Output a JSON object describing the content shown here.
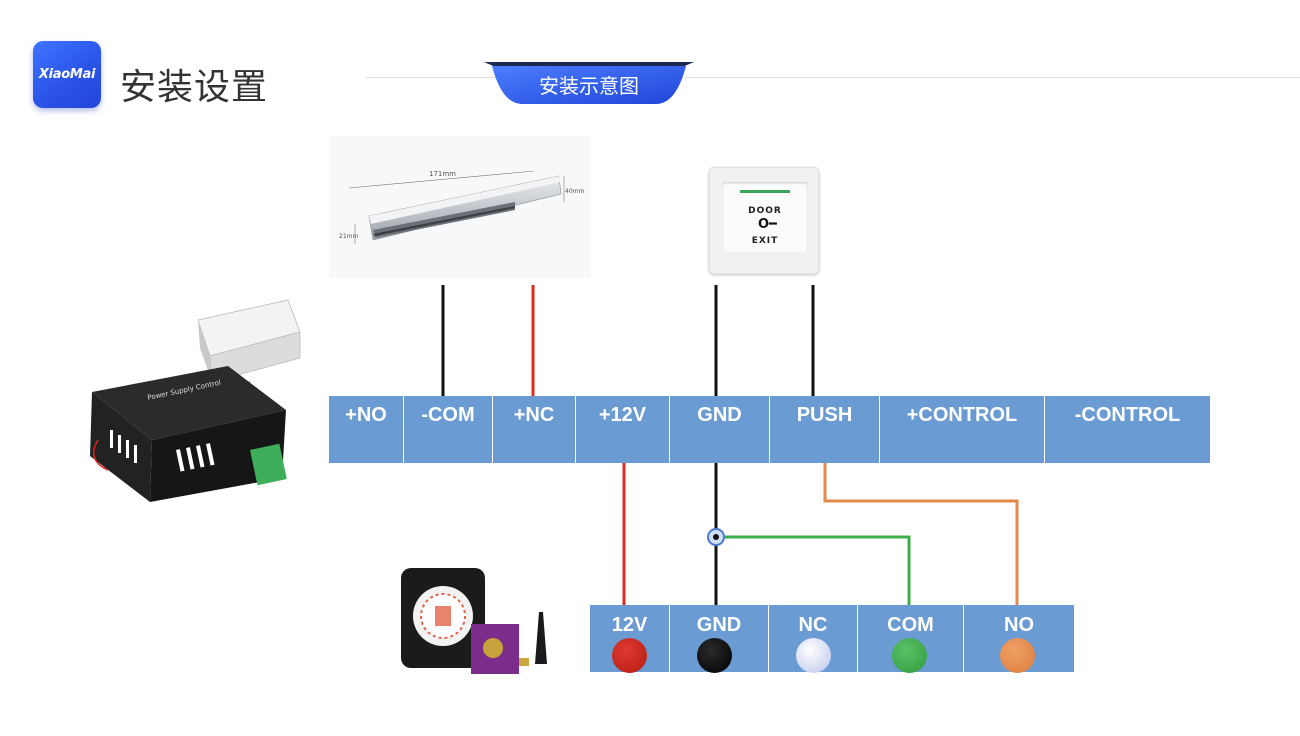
{
  "header": {
    "logo_text": "XiaoMai",
    "title": "安装设置",
    "section_badge": "安装示意图"
  },
  "devices": {
    "maglock": {
      "name": "magnetic-lock",
      "dim_length": "171mm",
      "dim_height": "40mm",
      "dim_depth": "21mm"
    },
    "exit_button": {
      "top_text": "DOOR",
      "key_glyph": "O━",
      "bottom_text": "EXIT"
    },
    "power_supply": {
      "brand": "Power Supply Control"
    },
    "controller": {
      "name": "xiaomai-controller"
    }
  },
  "top_terminal_labels": [
    "+NO",
    "-COM",
    "+NC",
    "+12V",
    "GND",
    "PUSH",
    "+CONTROL",
    "-CONTROL"
  ],
  "bottom_terminal_labels": [
    "12V",
    "GND",
    "NC",
    "COM",
    "NO"
  ],
  "colors": {
    "strip": "#6a9bd3",
    "wire_black": "#111111",
    "wire_red": "#e02a1f",
    "wire_green": "#3cae4a",
    "wire_orange": "#e5894a",
    "brand_blue": "#2a52e6",
    "dot_12v": "#c8231a",
    "dot_gnd": "#0c0c0c",
    "dot_nc": "#eef1fb",
    "dot_com": "#3ea94a",
    "dot_no": "#e5894a"
  }
}
